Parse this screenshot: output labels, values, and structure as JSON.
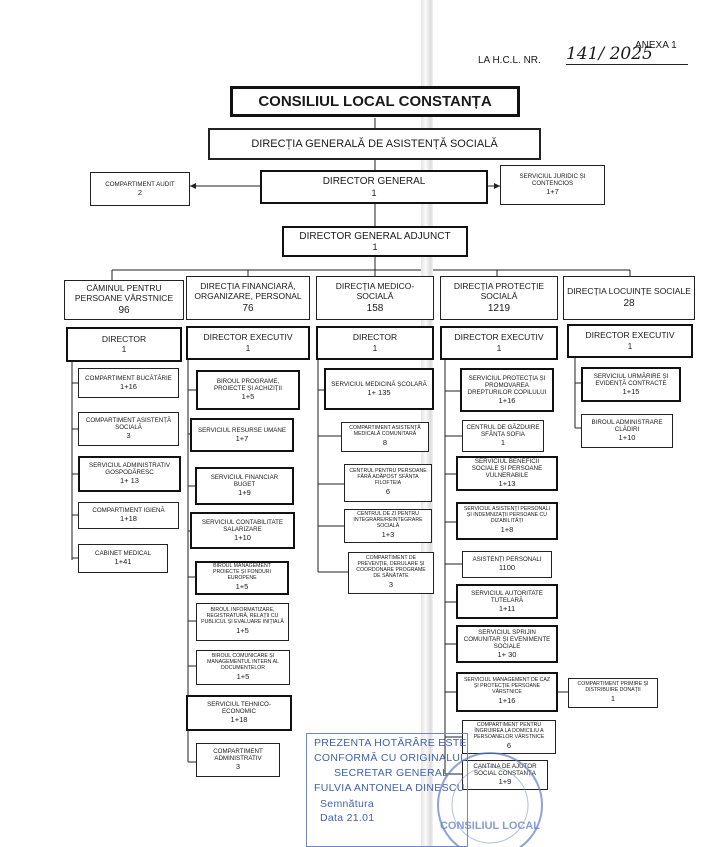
{
  "header": {
    "annex": "ANEXA 1",
    "hcl_label": "LA H.C.L. NR.",
    "hcl_number": "141/ 2025"
  },
  "top": {
    "council": "CONSILIUL LOCAL CONSTANȚA",
    "directorate": "DIRECȚIA GENERALĂ DE ASISTENȚĂ SOCIALĂ",
    "director_general": {
      "title": "DIRECTOR GENERAL",
      "n": "1"
    },
    "director_adjunct": {
      "title": "DIRECTOR GENERAL ADJUNCT",
      "n": "1"
    },
    "audit": {
      "title": "COMPARTIMENT AUDIT",
      "n": "2"
    },
    "juridic": {
      "title": "SERVICIUL JURIDIC ȘI CONTENCIOS",
      "n": "1+7"
    }
  },
  "columns": [
    {
      "title": "CĂMINUL PENTRU PERSOANE VÂRSTNICE",
      "n": "96",
      "director": {
        "title": "DIRECTOR",
        "n": "1"
      },
      "units": [
        {
          "title": "COMPARTIMENT BUCĂTĂRIE",
          "n": "1+16"
        },
        {
          "title": "COMPARTIMENT ASISTENȚĂ SOCIALĂ",
          "n": "3"
        },
        {
          "title": "SERVICIUL ADMINISTRATIV GOSPODĂRESC",
          "n": "1+ 13"
        },
        {
          "title": "COMPARTIMENT IGIENĂ",
          "n": "1+18"
        },
        {
          "title": "CABINET MEDICAL",
          "n": "1+41"
        }
      ]
    },
    {
      "title": "DIRECȚIA FINANCIARĂ, ORGANIZARE, PERSONAL",
      "n": "76",
      "director": {
        "title": "DIRECTOR EXECUTIV",
        "n": "1"
      },
      "units": [
        {
          "title": "BIROUL PROGRAME, PROIECTE ȘI ACHIZIȚII",
          "n": "1+5"
        },
        {
          "title": "SERVICIUL RESURSE UMANE",
          "n": "1+7"
        },
        {
          "title": "SERVICIUL FINANCIAR BUGET",
          "n": "1+9"
        },
        {
          "title": "SERVICIUL CONTABILITATE SALARIZARE",
          "n": "1+10"
        },
        {
          "title": "BIROUL MANAGEMENT PROIECTE ȘI FONDURI EUROPENE",
          "n": "1+5"
        },
        {
          "title": "BIROUL INFORMATIZARE, REGISTRATURĂ, RELAȚII CU PUBLICUL ȘI EVALUARE INIȚIALĂ",
          "n": "1+5"
        },
        {
          "title": "BIROUL COMUNICARE ȘI MANAGEMENTUL INTERN AL DOCUMENTELOR",
          "n": "1+5"
        },
        {
          "title": "SERVICIUL TEHNICO-ECONOMIC",
          "n": "1+18"
        },
        {
          "title": "COMPARTIMENT ADMINISTRATIV",
          "n": "3"
        }
      ]
    },
    {
      "title": "DIRECȚIA MEDICO-SOCIALĂ",
      "n": "158",
      "director": {
        "title": "DIRECTOR",
        "n": "1"
      },
      "units": [
        {
          "title": "SERVICIUL MEDICINĂ ȘCOLARĂ",
          "n": "1+ 135"
        },
        {
          "title": "COMPARTIMENT ASISTENȚĂ MEDICALĂ COMUNITARĂ",
          "n": "8"
        },
        {
          "title": "CENTRUL PENTRU PERSOANE FĂRĂ ADĂPOST SFÂNTA FILOFTEIA",
          "n": "6"
        },
        {
          "title": "CENTRUL DE ZI PENTRU INTEGRARE/REINTEGRARE SOCIALĂ",
          "n": "1+3"
        },
        {
          "title": "COMPARTIMENT DE PREVENȚIE, DERULARE ȘI COORDONARE PROGRAME DE SĂNĂTATE",
          "n": "3"
        }
      ]
    },
    {
      "title": "DIRECȚIA PROTECȚIE SOCIALĂ",
      "n": "1219",
      "director": {
        "title": "DIRECTOR EXECUTIV",
        "n": "1"
      },
      "units": [
        {
          "title": "SERVICIUL PROTECȚIA ȘI PROMOVAREA DREPTURILOR COPILULUI",
          "n": "1+16"
        },
        {
          "title": "CENTRUL DE GĂZDUIRE SFÂNTA SOFIA",
          "n": "1"
        },
        {
          "title": "SERVICIUL BENEFICII SOCIALE ȘI PERSOANE VULNERABILE",
          "n": "1+13"
        },
        {
          "title": "SERVICIUL ASISTENȚI PERSONALI ȘI INDEMNIZAȚII PERSOANE CU DIZABILITĂȚI",
          "n": "1+8"
        },
        {
          "title": "ASISTENȚI PERSONALI",
          "n": "1100"
        },
        {
          "title": "SERVICIUL AUTORITATE TUTELARĂ",
          "n": "1+11"
        },
        {
          "title": "SERVICIUL SPRIJIN COMUNITAR ȘI EVENIMENTE SOCIALE",
          "n": "1+ 30"
        },
        {
          "title": "SERVICIUL MANAGEMENT DE CAZ ȘI PROTECȚIE PERSOANE VÂRSTNICE",
          "n": "1+16"
        },
        {
          "title": "COMPARTIMENT PENTRU ÎNGRIJIREA LA DOMICILIU A PERSOANELOR VÂRSTNICE",
          "n": "6"
        },
        {
          "title": "CANTINA DE AJUTOR SOCIAL CONSTANȚA",
          "n": "1+9"
        }
      ],
      "side_unit": {
        "title": "COMPARTIMENT PRIMIRE ȘI DISTRIBUIRE DONAȚII",
        "n": "1"
      }
    },
    {
      "title": "DIRECȚIA LOCUINȚE SOCIALE",
      "n": "28",
      "director": {
        "title": "DIRECTOR EXECUTIV",
        "n": "1"
      },
      "units": [
        {
          "title": "SERVICIUL URMĂRIRE ȘI EVIDENȚĂ CONTRACTE",
          "n": "1+15"
        },
        {
          "title": "BIROUL ADMINISTRARE CLĂDIRI",
          "n": "1+10"
        }
      ]
    }
  ],
  "stamp": {
    "lines": [
      "PREZENTA HOTĂRÂRE ESTE",
      "CONFORMĂ CU ORIGINALUL",
      "SECRETAR GENERAL",
      "FULVIA ANTONELA DINESCU",
      "Semnătura",
      "Data 21.01"
    ],
    "seal_text": "CONSILIUL LOCAL"
  }
}
